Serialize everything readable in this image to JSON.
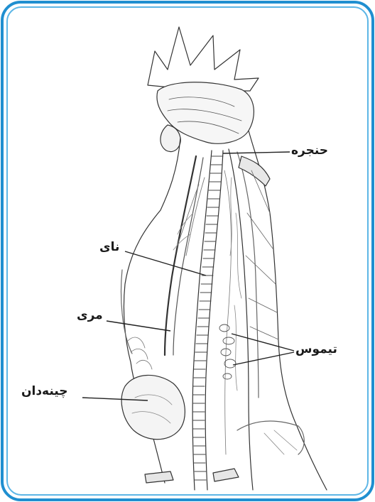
{
  "colors": {
    "frame_outer": "#1f8fd0",
    "frame_inner": "#5db6e6",
    "ink": "#333333",
    "paper": "#ffffff"
  },
  "labels": {
    "larynx": "حنجره",
    "trachea": "نای",
    "esophagus": "مری",
    "thymus": "تیموس",
    "crop": "چینه‌دان"
  }
}
